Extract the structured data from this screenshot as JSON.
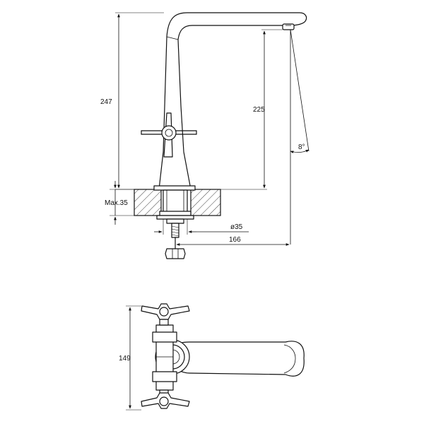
{
  "drawing": {
    "dimensions": {
      "overall_height": "247",
      "spout_height": "225",
      "spout_angle": "8°",
      "max_counter_thickness": "Max.35",
      "mounting_hole_diameter": "ø35",
      "spout_reach": "166",
      "handle_span": "149"
    }
  },
  "colors": {
    "line": "#111111",
    "background": "#ffffff"
  }
}
